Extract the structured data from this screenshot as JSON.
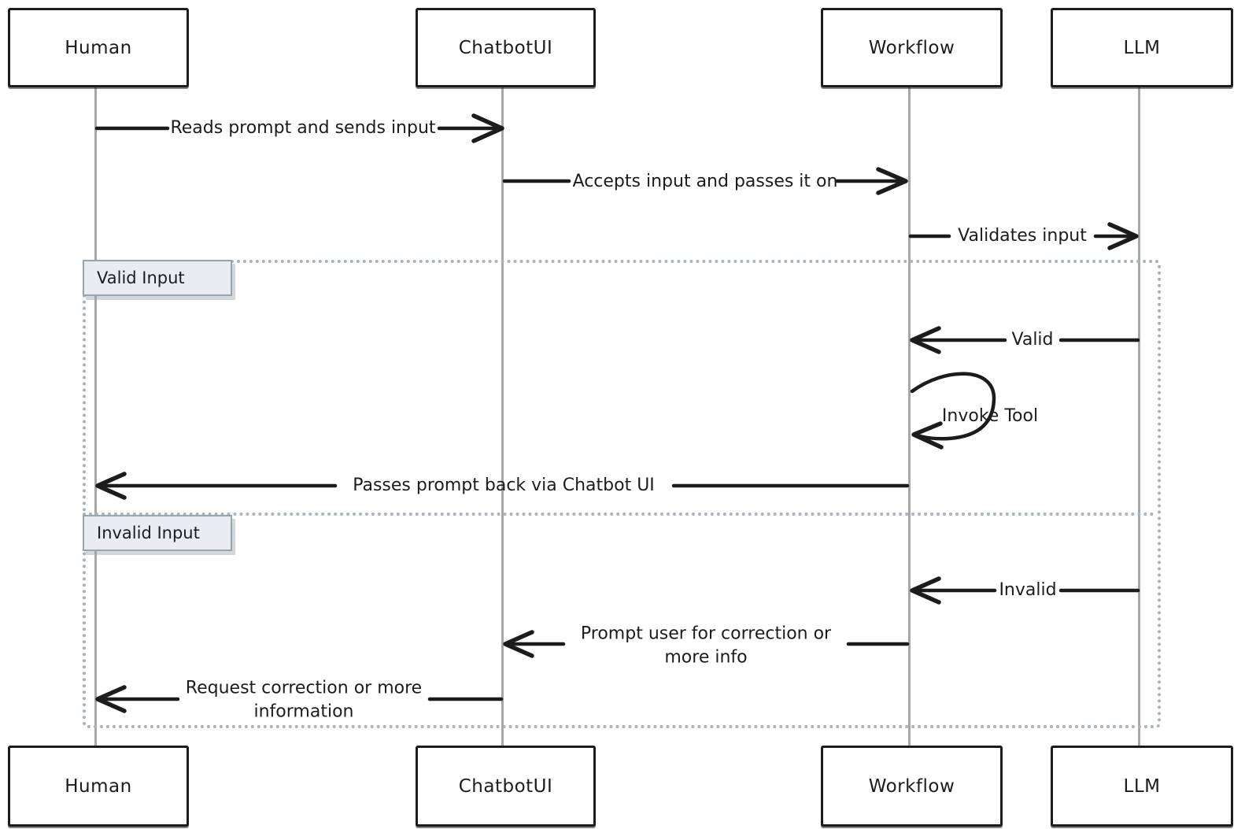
{
  "diagram": {
    "type": "sequence-diagram",
    "actors": [
      {
        "name": "Human"
      },
      {
        "name": "ChatbotUI"
      },
      {
        "name": "Workflow"
      },
      {
        "name": "LLM"
      }
    ],
    "messages": {
      "reads": "Reads prompt and sends input",
      "accepts": "Accepts input and passes it on",
      "validates": "Validates input",
      "valid": "Valid",
      "invoke_tool": "Invoke Tool",
      "passes_back": "Passes prompt back via Chatbot UI",
      "invalid": "Invalid",
      "prompt_user": "Prompt user for correction or more info",
      "request": "Request correction or more information"
    },
    "sections": {
      "valid_label": "Valid Input",
      "invalid_label": "Invalid Input"
    },
    "colors": {
      "stroke": "#1c1c1c",
      "lifeline": "#a7a7a7",
      "frame_dots": "#a9b3bb",
      "section_label_bg": "#e9edf1",
      "section_label_border": "#99a3ac",
      "background": "#ffffff"
    }
  }
}
